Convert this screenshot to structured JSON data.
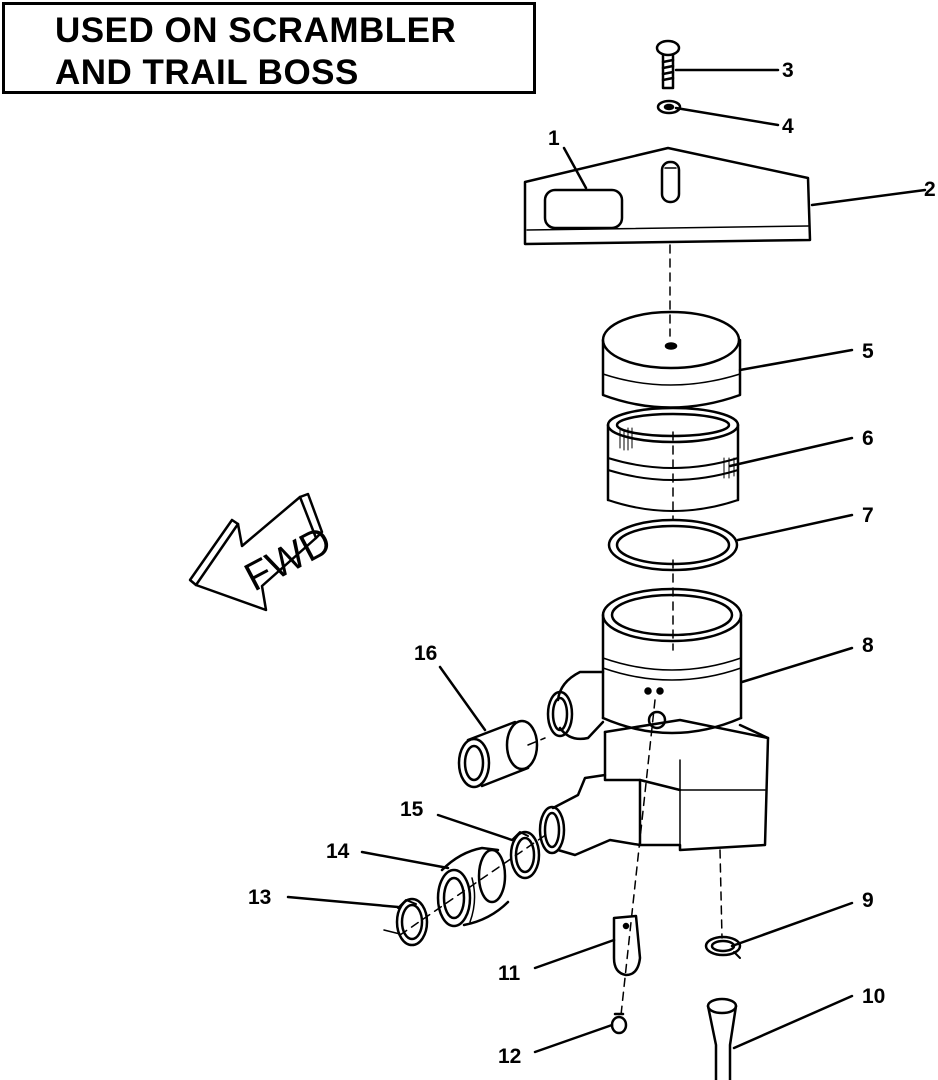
{
  "header": {
    "line1": "USED ON SCRAMBLER",
    "line2": "AND TRAIL BOSS"
  },
  "direction_label": "FWD",
  "callouts": [
    "1",
    "2",
    "3",
    "4",
    "5",
    "6",
    "7",
    "8",
    "9",
    "10",
    "11",
    "12",
    "13",
    "14",
    "15",
    "16"
  ]
}
